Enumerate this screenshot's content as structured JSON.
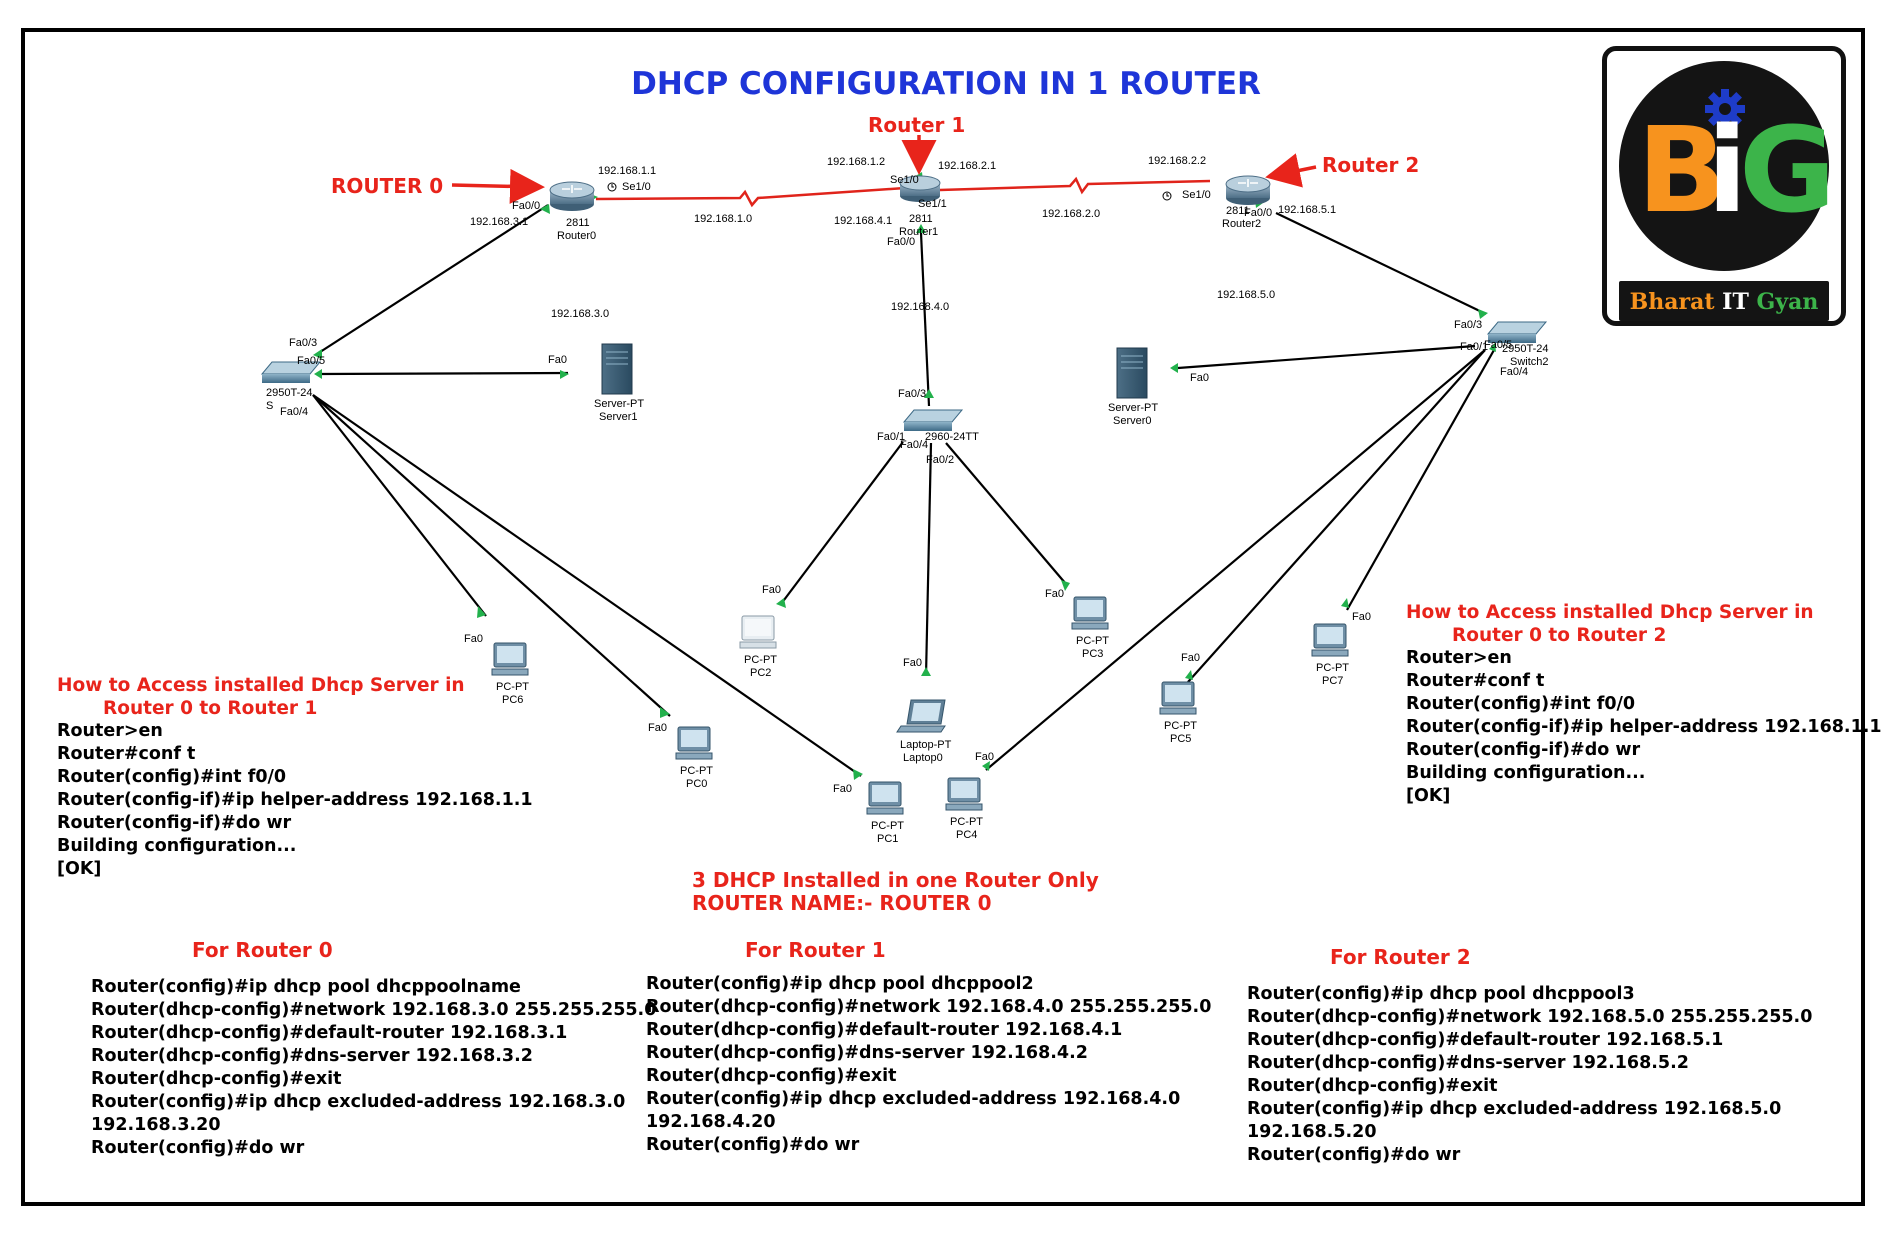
{
  "title": "DHCP CONFIGURATION IN 1 ROUTER",
  "logo": {
    "letters": [
      "B",
      "i",
      "G"
    ],
    "tagline": [
      "Bharat",
      "IT",
      "Gyan"
    ]
  },
  "callouts": {
    "router0": "ROUTER 0",
    "router1": "Router 1",
    "router2": "Router 2"
  },
  "devices": {
    "router0": {
      "model": "2811",
      "name": "Router0"
    },
    "router1": {
      "model": "2811",
      "name": "Router1"
    },
    "router2": {
      "model": "2811",
      "name": "Router2"
    },
    "switch0": {
      "model": "2950T-24",
      "name": "S"
    },
    "switch1": {
      "model": "2960-24TT",
      "name": ""
    },
    "switch2": {
      "model": "2950T-24",
      "name": "Switch2"
    },
    "server1": {
      "model": "Server-PT",
      "name": "Server1"
    },
    "server0": {
      "model": "Server-PT",
      "name": "Server0"
    },
    "pc0": {
      "model": "PC-PT",
      "name": "PC0"
    },
    "pc1": {
      "model": "PC-PT",
      "name": "PC1"
    },
    "pc2": {
      "model": "PC-PT",
      "name": "PC2"
    },
    "pc3": {
      "model": "PC-PT",
      "name": "PC3"
    },
    "pc4": {
      "model": "PC-PT",
      "name": "PC4"
    },
    "pc5": {
      "model": "PC-PT",
      "name": "PC5"
    },
    "pc6": {
      "model": "PC-PT",
      "name": "PC6"
    },
    "pc7": {
      "model": "PC-PT",
      "name": "PC7"
    },
    "laptop0": {
      "model": "Laptop-PT",
      "name": "Laptop0"
    }
  },
  "labels": {
    "r0_ip": "192.168.1.1",
    "r0_se10": "Se1/0",
    "r0_fa00": "Fa0/0",
    "r0_lan_ip": "192.168.3.1",
    "r1_ip_left": "192.168.1.2",
    "r1_ip_right": "192.168.2.1",
    "r1_se10": "Se1/0",
    "r1_se11": "Se1/1",
    "r1_lan_ip": "192.168.4.1",
    "r1_fa00": "Fa0/0",
    "r2_ip": "192.168.2.2",
    "r2_se10": "Se1/0",
    "r2_fa00": "Fa0/0",
    "r2_lan_ip": "192.168.5.1",
    "net_1": "192.168.1.0",
    "net_2": "192.168.2.0",
    "net_3": "192.168.3.0",
    "net_4": "192.168.4.0",
    "net_5": "192.168.5.0",
    "s0_fa03": "Fa0/3",
    "s0_fa05": "Fa0/5",
    "s0_fa04": "Fa0/4",
    "s1_fa03": "Fa0/3",
    "s1_fa01": "Fa0/1",
    "s1_fa04": "Fa0/4",
    "s1_fa02": "Fa0/2",
    "s2_fa03": "Fa0/3",
    "s2_fa01": "Fa0/1",
    "s2_fa05": "Fa0/5",
    "s2_fa04": "Fa0/4",
    "fa0": "Fa0"
  },
  "helper_left": {
    "heading": [
      "How to Access installed Dhcp Server in",
      "Router 0 to Router 1"
    ],
    "lines": [
      "Router>en",
      "Router#conf t",
      "Router(config)#int f0/0",
      "Router(config-if)#ip helper-address 192.168.1.1",
      "Router(config-if)#do wr",
      "Building configuration...",
      "[OK]"
    ]
  },
  "helper_right": {
    "heading": [
      "How to Access installed Dhcp Server in",
      "Router 0 to Router 2"
    ],
    "lines": [
      "Router>en",
      "Router#conf t",
      "Router(config)#int f0/0",
      "Router(config-if)#ip helper-address 192.168.1.1",
      "Router(config-if)#do wr",
      "Building configuration...",
      "[OK]"
    ]
  },
  "center_note": [
    "3 DHCP Installed in one Router Only",
    "ROUTER NAME:- ROUTER 0"
  ],
  "config_r0": {
    "heading": "For Router 0",
    "lines": [
      "Router(config)#ip dhcp pool dhcppoolname",
      "Router(dhcp-config)#network 192.168.3.0 255.255.255.0",
      "Router(dhcp-config)#default-router 192.168.3.1",
      "Router(dhcp-config)#dns-server 192.168.3.2",
      "Router(dhcp-config)#exit",
      "Router(config)#ip dhcp excluded-address 192.168.3.0",
      "192.168.3.20",
      "Router(config)#do wr"
    ]
  },
  "config_r1": {
    "heading": "For Router 1",
    "lines": [
      "Router(config)#ip dhcp pool dhcppool2",
      "Router(dhcp-config)#network 192.168.4.0 255.255.255.0",
      "Router(dhcp-config)#default-router 192.168.4.1",
      "Router(dhcp-config)#dns-server 192.168.4.2",
      "Router(dhcp-config)#exit",
      "Router(config)#ip dhcp excluded-address 192.168.4.0",
      "192.168.4.20",
      "Router(config)#do wr"
    ]
  },
  "config_r2": {
    "heading": "For Router 2",
    "lines": [
      "Router(config)#ip dhcp pool dhcppool3",
      "Router(dhcp-config)#network 192.168.5.0 255.255.255.0",
      "Router(dhcp-config)#default-router 192.168.5.1",
      "Router(dhcp-config)#dns-server 192.168.5.2",
      "Router(dhcp-config)#exit",
      "Router(config)#ip dhcp excluded-address 192.168.5.0",
      "192.168.5.20",
      "Router(config)#do wr"
    ]
  },
  "colors": {
    "title": "#1e35d8",
    "red": "#e8241b",
    "serial_link": "#e0241b",
    "ethernet_link": "#000000",
    "link_up": "#22b14c",
    "logo_orange": "#f7931e",
    "logo_green": "#3cb44a",
    "logo_blue": "#1e3cc8"
  }
}
